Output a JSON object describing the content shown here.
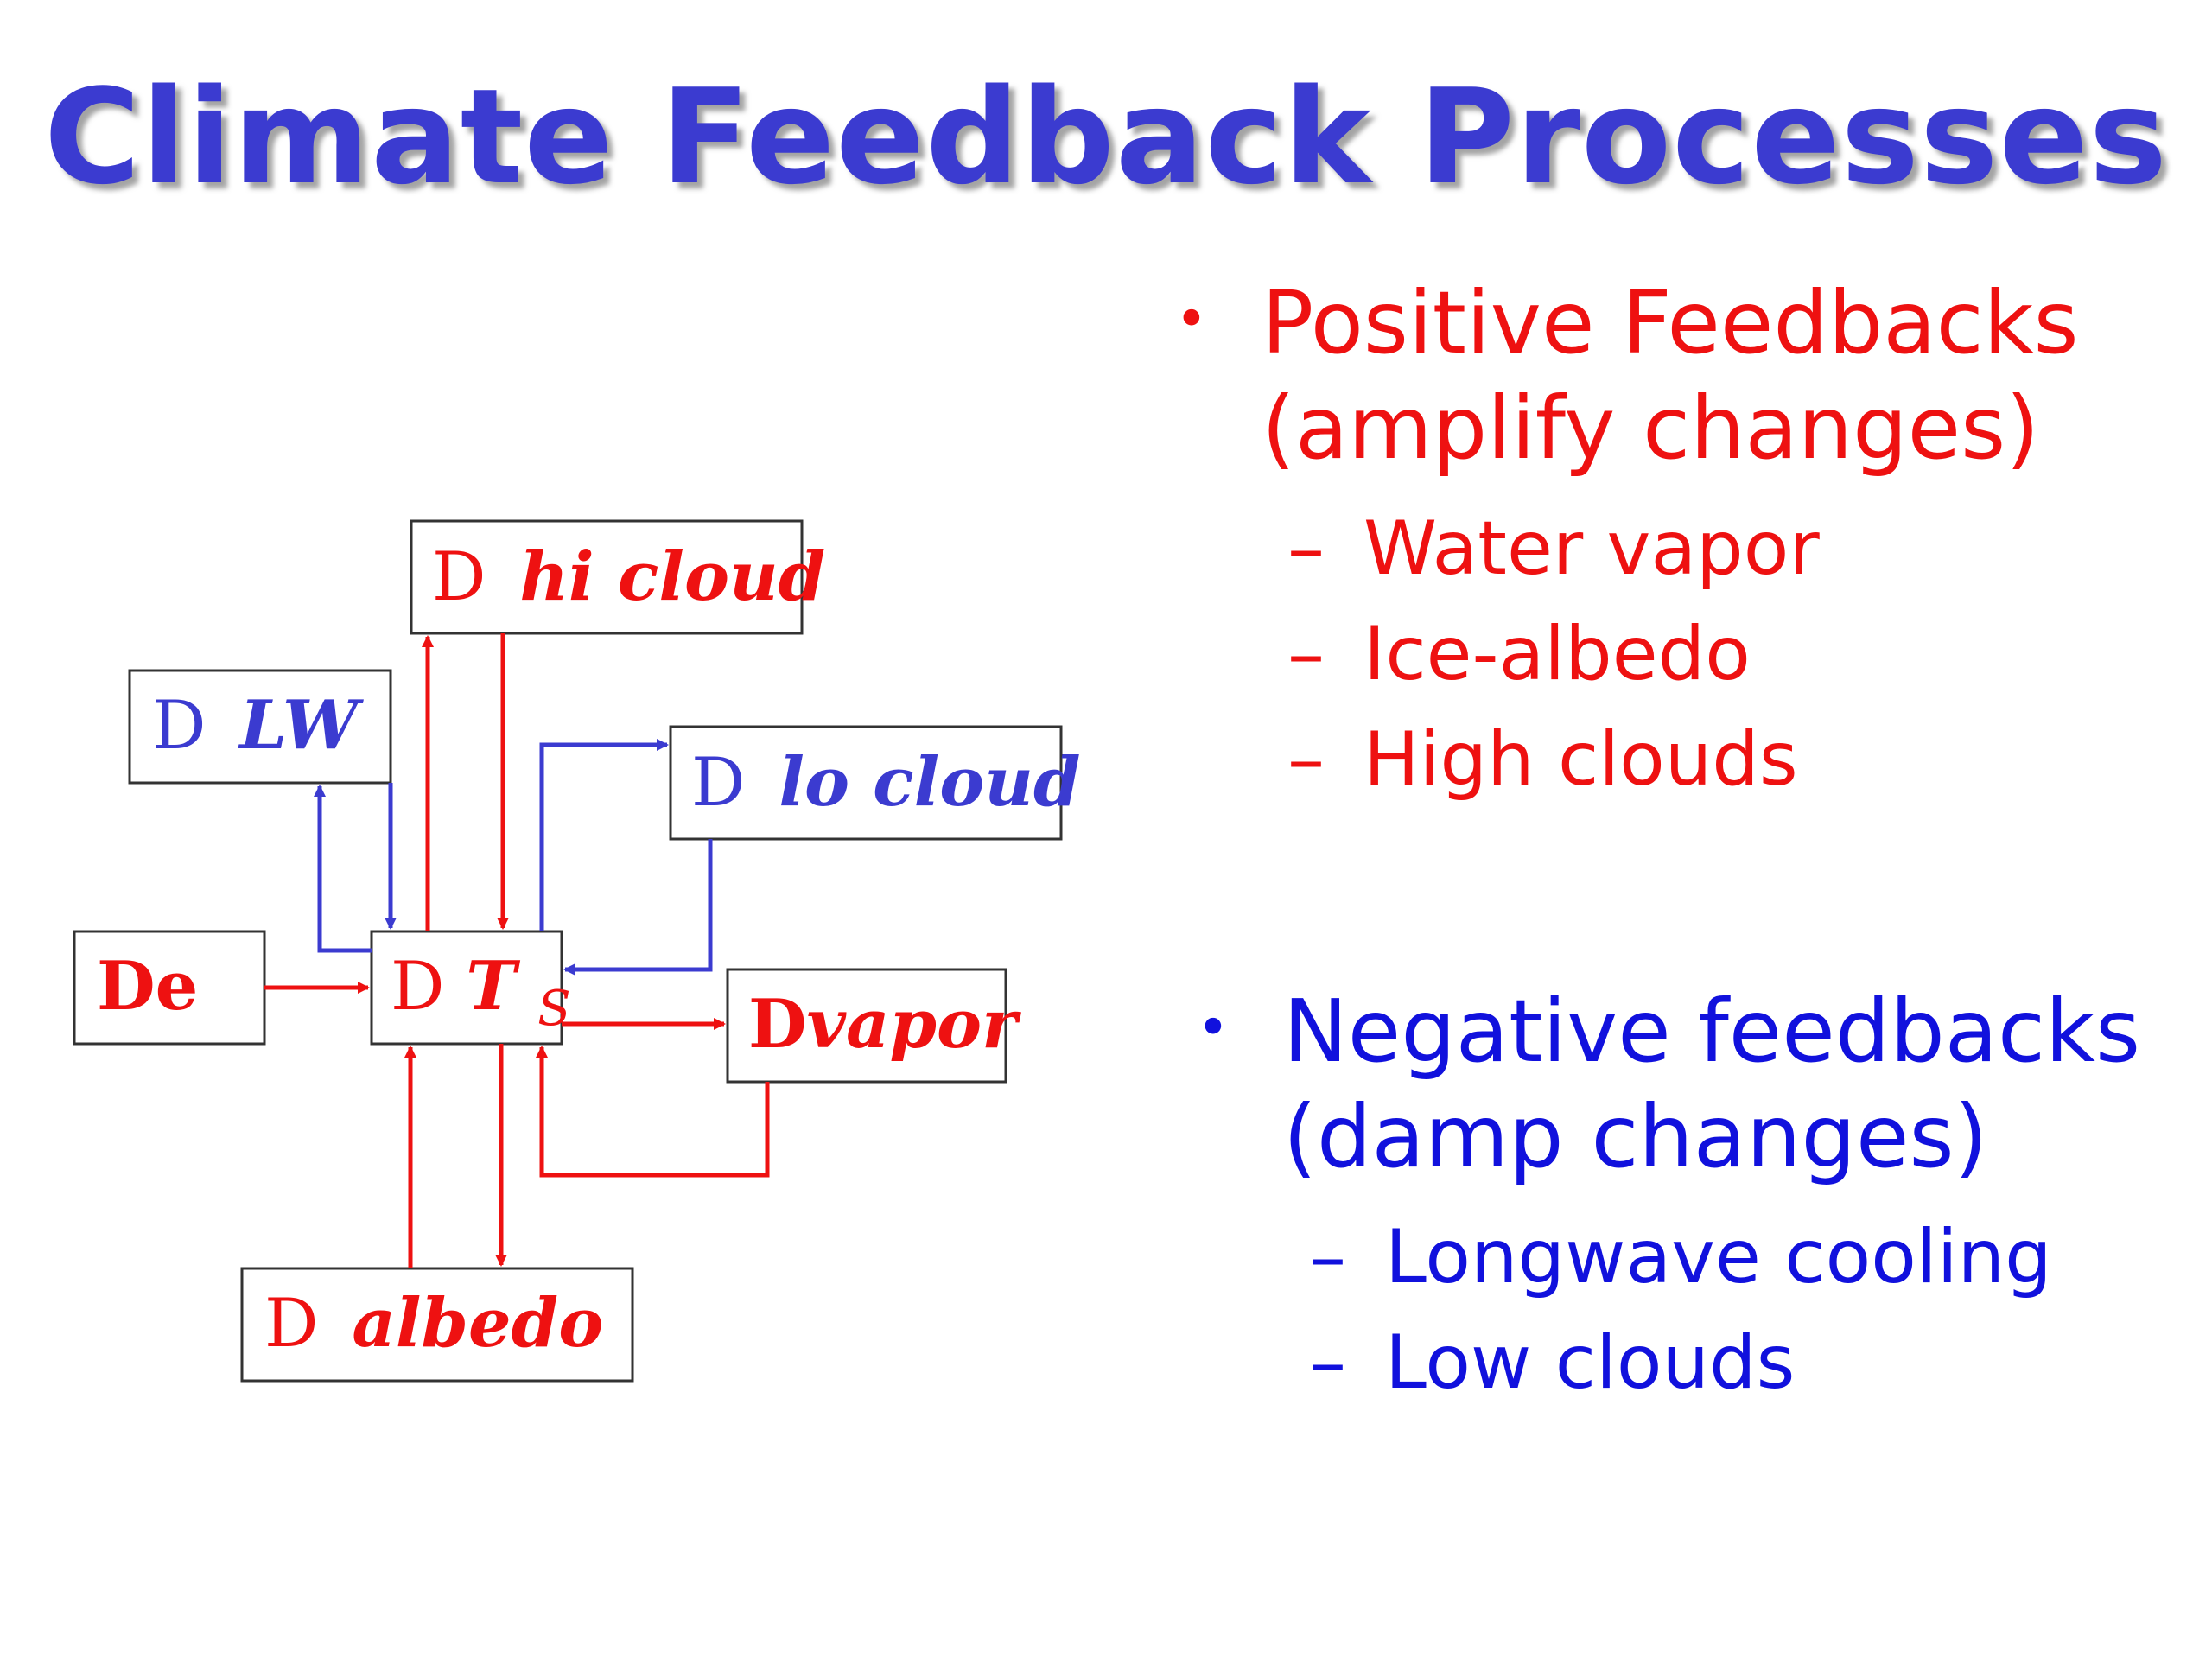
{
  "slide": {
    "title": "Climate Feedback Processes"
  },
  "diagram": {
    "colors": {
      "positive": "#ee1111",
      "negative": "#3b3bd0"
    },
    "nodes": {
      "hi_cloud": {
        "d": "D",
        "label": "hi cloud"
      },
      "lw": {
        "d": "D",
        "label": "LW"
      },
      "lo_cloud": {
        "d": "D",
        "label": "lo cloud"
      },
      "de": {
        "label": "De"
      },
      "ts": {
        "d": "D",
        "t": "T",
        "sub": "S"
      },
      "vapor": {
        "d": "D",
        "label": "vapor"
      },
      "albedo": {
        "d": "D",
        "label": "albedo"
      }
    }
  },
  "positive": {
    "bullet": "•",
    "line1": "Positive Feedbacks",
    "line2": "(amplify changes)",
    "items": [
      {
        "dash": "–",
        "text": "Water vapor"
      },
      {
        "dash": "–",
        "text": "Ice-albedo"
      },
      {
        "dash": "–",
        "text": "High clouds"
      }
    ]
  },
  "negative": {
    "bullet": "•",
    "line1": "Negative feedbacks",
    "line2": "(damp changes)",
    "items": [
      {
        "dash": "–",
        "text": "Longwave cooling"
      },
      {
        "dash": "–",
        "text": "Low clouds"
      }
    ]
  }
}
